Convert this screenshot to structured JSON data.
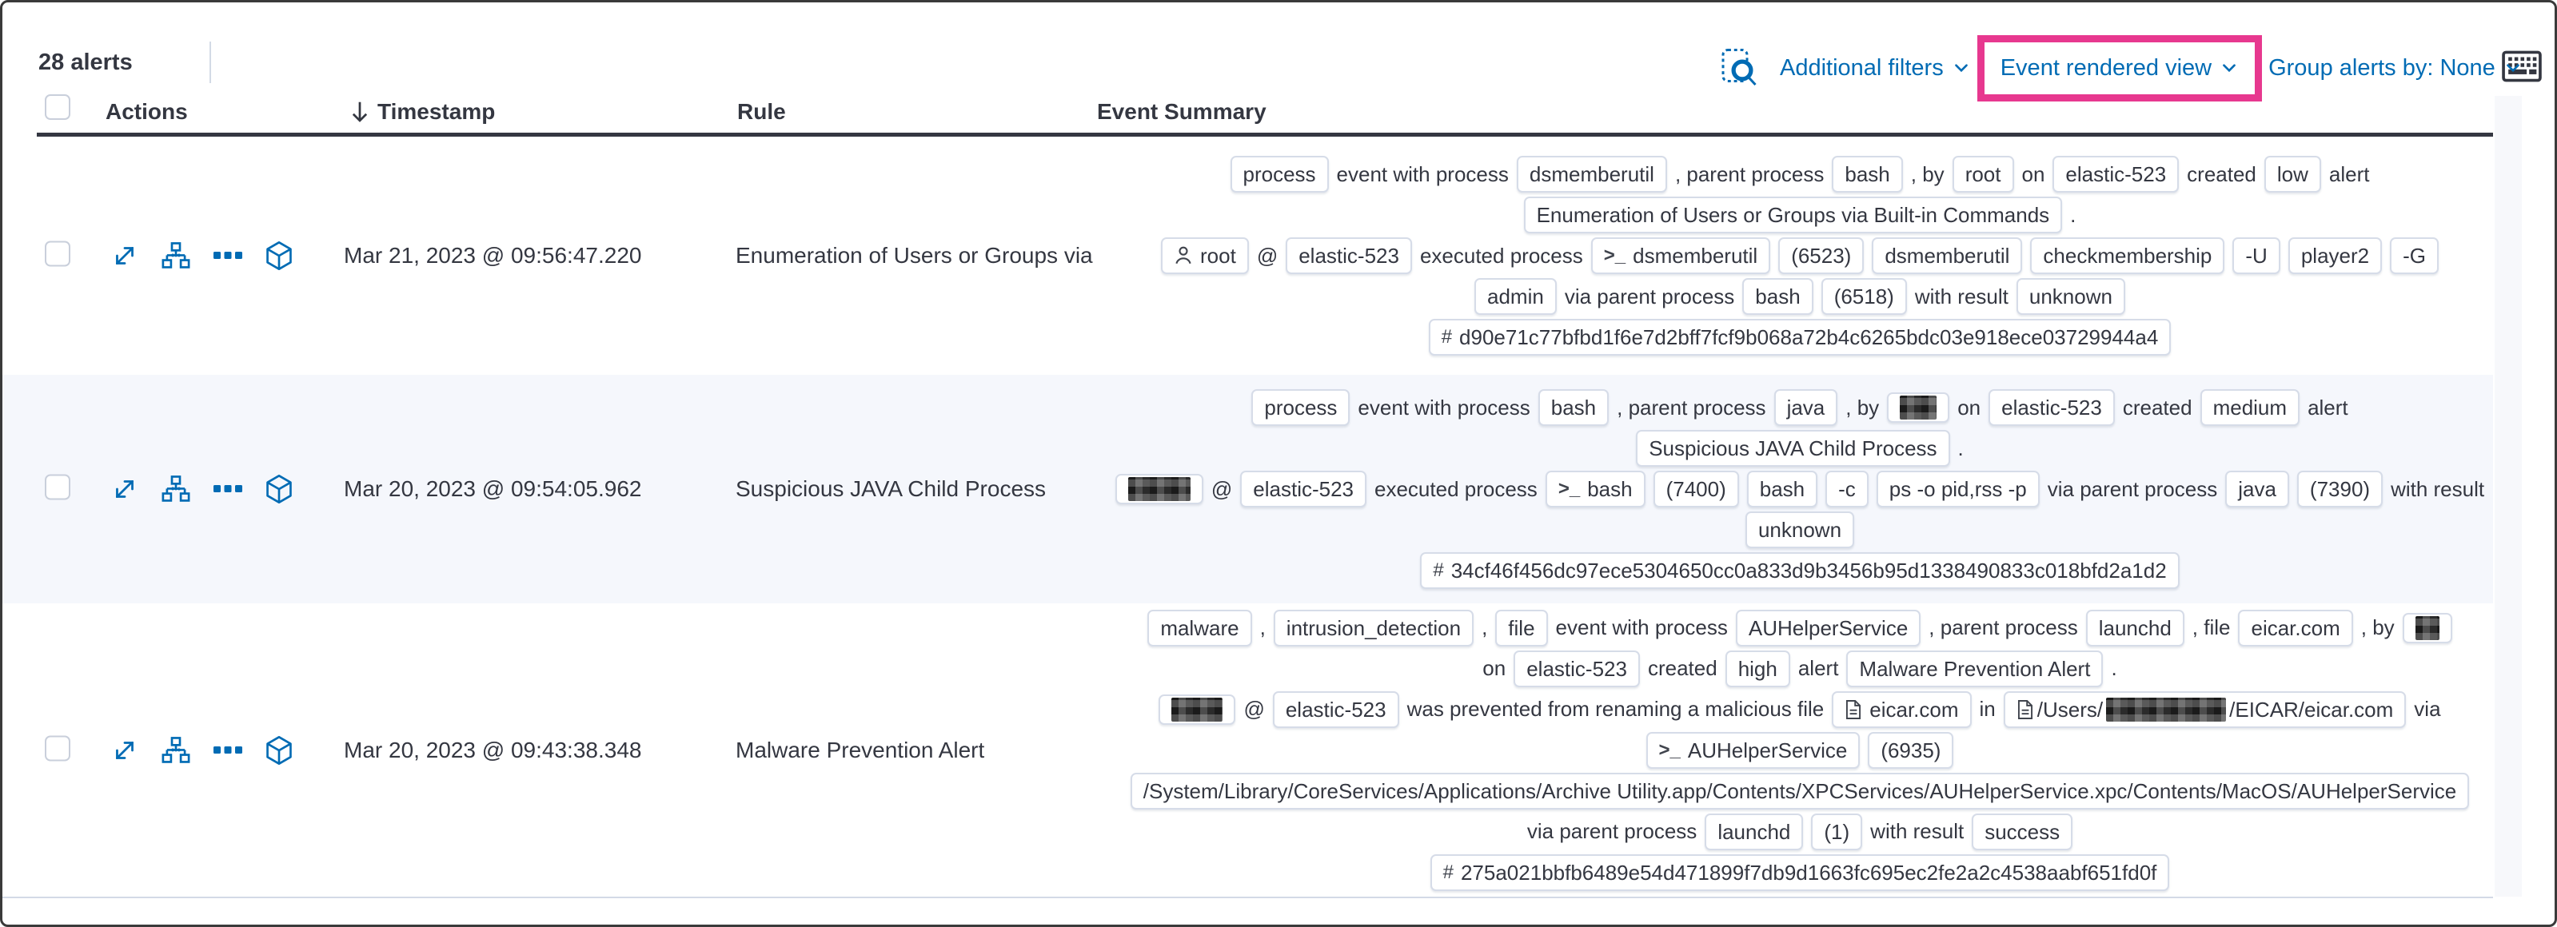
{
  "header": {
    "alert_count": "28 alerts"
  },
  "toolbar": {
    "additional_filters": "Additional filters",
    "view_selector": "Event rendered view",
    "group_alerts_by": "Group alerts by: None"
  },
  "columns": {
    "actions": "Actions",
    "timestamp": "Timestamp",
    "rule": "Rule",
    "event_summary": "Event Summary"
  },
  "colors": {
    "link_blue": "#006BB4",
    "highlight_pink": "#E7388F",
    "header_dark": "#343741",
    "badge_border": "#D6DCE8",
    "row_alt_bg": "#F5F7FC"
  },
  "icons": {
    "inspect": "inspect-icon",
    "keyboard": "keyboard-icon",
    "sort_desc": "sort-descending-icon",
    "expand": "expand-icon",
    "analyzer": "analyzer-icon",
    "more_actions": "more-actions-icon",
    "session_view": "session-view-icon"
  },
  "rows": [
    {
      "timestamp": "Mar 21, 2023 @ 09:56:47.220",
      "rule": "Enumeration of Users or Groups via Bui",
      "summary_lines": [
        [
          {
            "type": "badge",
            "text": "process"
          },
          {
            "type": "text",
            "text": "event with process"
          },
          {
            "type": "badge",
            "text": "dsmemberutil"
          },
          {
            "type": "text",
            "text": ", parent process"
          },
          {
            "type": "badge",
            "text": "bash"
          },
          {
            "type": "text",
            "text": ", by"
          },
          {
            "type": "badge",
            "text": "root"
          },
          {
            "type": "text",
            "text": "on"
          },
          {
            "type": "badge",
            "text": "elastic-523"
          },
          {
            "type": "text",
            "text": "created"
          },
          {
            "type": "badge",
            "text": "low"
          },
          {
            "type": "text",
            "text": "alert"
          }
        ],
        [
          {
            "type": "badge",
            "text": "Enumeration of Users or Groups via Built-in Commands"
          },
          {
            "type": "text",
            "text": "."
          }
        ],
        [
          {
            "type": "badge",
            "icon": "user",
            "text": "root"
          },
          {
            "type": "text",
            "text": "@"
          },
          {
            "type": "badge",
            "text": "elastic-523"
          },
          {
            "type": "text",
            "text": "executed process"
          },
          {
            "type": "badge",
            "icon": "terminal",
            "text": "dsmemberutil"
          },
          {
            "type": "badge",
            "text": "(6523)"
          },
          {
            "type": "badge",
            "text": "dsmemberutil"
          },
          {
            "type": "badge",
            "text": "checkmembership"
          },
          {
            "type": "badge",
            "text": "-U"
          },
          {
            "type": "badge",
            "text": "player2"
          },
          {
            "type": "badge",
            "text": "-G"
          }
        ],
        [
          {
            "type": "badge",
            "text": "admin"
          },
          {
            "type": "text",
            "text": "via parent process"
          },
          {
            "type": "badge",
            "text": "bash"
          },
          {
            "type": "badge",
            "text": "(6518)"
          },
          {
            "type": "text",
            "text": "with result"
          },
          {
            "type": "badge",
            "text": "unknown"
          }
        ],
        [
          {
            "type": "badge",
            "icon": "hash",
            "text": "d90e71c77bfbd1f6e7d2bff7fcf9b068a72b4c6265bdc03e918ece03729944a4"
          }
        ]
      ]
    },
    {
      "timestamp": "Mar 20, 2023 @ 09:54:05.962",
      "rule": "Suspicious JAVA Child Process",
      "summary_lines": [
        [
          {
            "type": "badge",
            "text": "process"
          },
          {
            "type": "text",
            "text": "event with process"
          },
          {
            "type": "badge",
            "text": "bash"
          },
          {
            "type": "text",
            "text": ", parent process"
          },
          {
            "type": "badge",
            "text": "java"
          },
          {
            "type": "text",
            "text": ", by"
          },
          {
            "type": "redacted",
            "width": 46
          },
          {
            "type": "text",
            "text": "on"
          },
          {
            "type": "badge",
            "text": "elastic-523"
          },
          {
            "type": "text",
            "text": "created"
          },
          {
            "type": "badge",
            "text": "medium"
          },
          {
            "type": "text",
            "text": "alert"
          }
        ],
        [
          {
            "type": "badge",
            "text": "Suspicious JAVA Child Process"
          },
          {
            "type": "text",
            "text": "."
          }
        ],
        [
          {
            "type": "redacted",
            "width": 78
          },
          {
            "type": "text",
            "text": "@"
          },
          {
            "type": "badge",
            "text": "elastic-523"
          },
          {
            "type": "text",
            "text": "executed process"
          },
          {
            "type": "badge",
            "icon": "terminal",
            "text": "bash"
          },
          {
            "type": "badge",
            "text": "(7400)"
          },
          {
            "type": "badge",
            "text": "bash"
          },
          {
            "type": "badge",
            "text": "-c"
          },
          {
            "type": "badge",
            "text": "ps -o pid,rss -p"
          },
          {
            "type": "text",
            "text": "via parent process"
          },
          {
            "type": "badge",
            "text": "java"
          },
          {
            "type": "badge",
            "text": "(7390)"
          },
          {
            "type": "text",
            "text": "with result"
          }
        ],
        [
          {
            "type": "badge",
            "text": "unknown"
          }
        ],
        [
          {
            "type": "badge",
            "icon": "hash",
            "text": "34cf46f456dc97ece5304650cc0a833d9b3456b95d1338490833c018bfd2a1d2"
          }
        ]
      ]
    },
    {
      "timestamp": "Mar 20, 2023 @ 09:43:38.348",
      "rule": "Malware Prevention Alert",
      "summary_lines": [
        [
          {
            "type": "badge",
            "text": "malware"
          },
          {
            "type": "text",
            "text": ","
          },
          {
            "type": "badge",
            "text": "intrusion_detection"
          },
          {
            "type": "text",
            "text": ","
          },
          {
            "type": "badge",
            "text": "file"
          },
          {
            "type": "text",
            "text": "event with process"
          },
          {
            "type": "badge",
            "text": "AUHelperService"
          },
          {
            "type": "text",
            "text": ", parent process"
          },
          {
            "type": "badge",
            "text": "launchd"
          },
          {
            "type": "text",
            "text": ", file"
          },
          {
            "type": "badge",
            "text": "eicar.com"
          },
          {
            "type": "text",
            "text": ", by"
          },
          {
            "type": "redacted",
            "width": 30
          }
        ],
        [
          {
            "type": "text",
            "text": "on"
          },
          {
            "type": "badge",
            "text": "elastic-523"
          },
          {
            "type": "text",
            "text": "created"
          },
          {
            "type": "badge",
            "text": "high"
          },
          {
            "type": "text",
            "text": "alert"
          },
          {
            "type": "badge",
            "text": "Malware Prevention Alert"
          },
          {
            "type": "text",
            "text": "."
          }
        ],
        [
          {
            "type": "redacted",
            "width": 64
          },
          {
            "type": "text",
            "text": "@"
          },
          {
            "type": "badge",
            "text": "elastic-523"
          },
          {
            "type": "text",
            "text": "was prevented from renaming a malicious file"
          },
          {
            "type": "badge",
            "icon": "document",
            "text": "eicar.com"
          },
          {
            "type": "text",
            "text": "in"
          },
          {
            "type": "pathbadge",
            "icon": "document",
            "prefix": "/Users/",
            "redact": 150,
            "suffix": "/EICAR/eicar.com"
          },
          {
            "type": "text",
            "text": "via"
          }
        ],
        [
          {
            "type": "badge",
            "icon": "terminal",
            "text": "AUHelperService"
          },
          {
            "type": "badge",
            "text": "(6935)"
          }
        ],
        [
          {
            "type": "badge",
            "text": "/System/Library/CoreServices/Applications/Archive Utility.app/Contents/XPCServices/AUHelperService.xpc/Contents/MacOS/AUHelperService"
          }
        ],
        [
          {
            "type": "text",
            "text": "via parent process"
          },
          {
            "type": "badge",
            "text": "launchd"
          },
          {
            "type": "badge",
            "text": "(1)"
          },
          {
            "type": "text",
            "text": "with result"
          },
          {
            "type": "badge",
            "text": "success"
          }
        ],
        [
          {
            "type": "badge",
            "icon": "hash",
            "text": "275a021bbfb6489e54d471899f7db9d1663fc695ec2fe2a2c4538aabf651fd0f"
          }
        ]
      ]
    }
  ]
}
